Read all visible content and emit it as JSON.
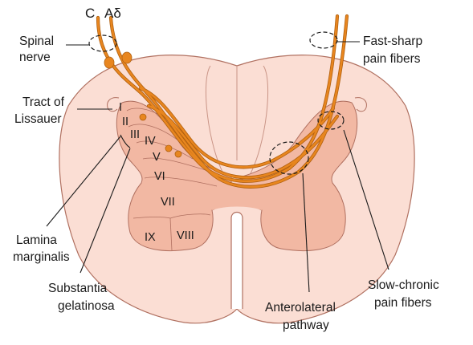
{
  "fiber_labels": {
    "c": "C",
    "a_delta": "Aδ"
  },
  "labels": {
    "spinal_nerve": [
      "Spinal",
      "nerve"
    ],
    "tract_of_lissauer": [
      "Tract of",
      "Lissauer"
    ],
    "lamina_marginalis": [
      "Lamina",
      "marginalis"
    ],
    "substantia_gelatinosa": [
      "Substantia",
      "gelatinosa"
    ],
    "anterolateral_pathway": [
      "Anterolateral",
      "pathway"
    ],
    "slow_chronic": [
      "Slow-chronic",
      "pain fibers"
    ],
    "fast_sharp": [
      "Fast-sharp",
      "pain fibers"
    ]
  },
  "laminae": [
    "I",
    "II",
    "III",
    "IV",
    "V",
    "VI",
    "VII",
    "VIII",
    "IX"
  ],
  "colors": {
    "cord": "#fbded4",
    "gray_matter": "#f2b8a3",
    "gray_light": "#f7cdbd",
    "fiber": "#e8861f",
    "outline": "#b07060",
    "text": "#1a1a1a"
  }
}
